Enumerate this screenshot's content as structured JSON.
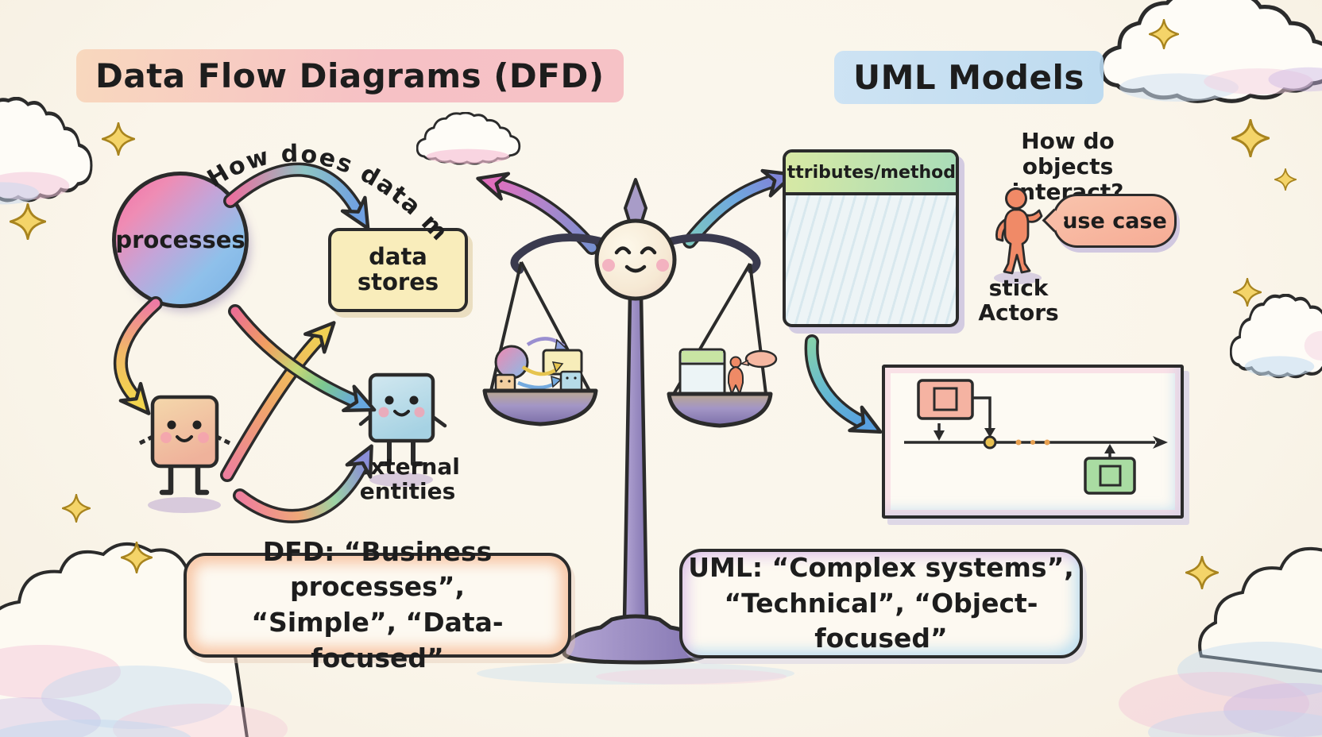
{
  "palette": {
    "background": "#FAF6ED",
    "ink": "#2B2B2B",
    "dfd_highlight_pink": "#F6BEC3",
    "uml_highlight_blue": "#BBD9F0",
    "process_pink": "#F170A5",
    "process_blue": "#7AB2E6",
    "data_store_yellow": "#F9EDBB",
    "entity_tan": "#F2D0A4",
    "entity_blue": "#B9DDE9",
    "class_header_green": "#C8E5A3",
    "class_body_blue": "#EDF4F6",
    "actor_orange": "#F08A67",
    "use_case_salmon": "#F8BCA6",
    "seq_sender_red": "#F5B3A2",
    "seq_receiver_green": "#A9DCA2",
    "scale_purple": "#9B8DC2",
    "sparkle_gold": "#F4D469"
  },
  "dfd": {
    "title": "Data Flow Diagrams (DFD)",
    "question": "How does data move?",
    "process_label": "processes",
    "data_store_label": "data stores",
    "external_entities_label": "external entities",
    "summary_line1": "DFD: “Business processes”,",
    "summary_line2": "“Simple”, “Data-focused”"
  },
  "uml": {
    "title": "UML Models",
    "class_header_label": "attributes/methods",
    "question": "How do objects interact?",
    "use_case_label": "use case",
    "actors_label": "stick Actors",
    "summary_line1": "UML: “Complex systems”,",
    "summary_line2": "“Technical”, “Object-focused”"
  }
}
